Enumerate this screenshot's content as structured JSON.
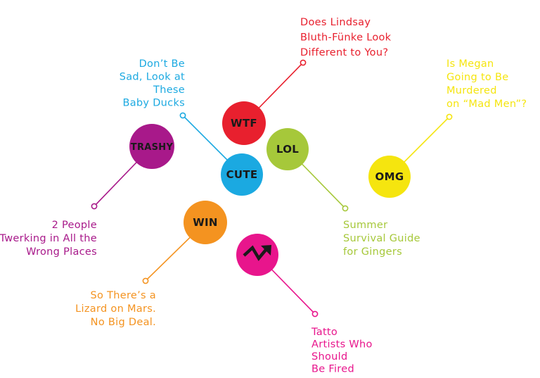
{
  "nodes": [
    {
      "key": "wtf",
      "label": "WTF",
      "color": "#e8202e",
      "story_lines": [
        "Does Lindsay",
        "Bluth-Fünke Look",
        "Different to You?"
      ]
    },
    {
      "key": "cute",
      "label": "CUTE",
      "color": "#1ba9e1",
      "story_lines": [
        "Don’t Be",
        "Sad, Look at",
        "These",
        "Baby Ducks"
      ]
    },
    {
      "key": "lol",
      "label": "LOL",
      "color": "#a6c83a",
      "story_lines": [
        "Summer",
        "Survival Guide",
        "for Gingers"
      ]
    },
    {
      "key": "omg",
      "label": "OMG",
      "color": "#f5e50f",
      "story_lines": [
        "Is Megan",
        "Going to Be",
        "Murdered",
        "on “Mad Men”?"
      ]
    },
    {
      "key": "trashy",
      "label": "TRASHY",
      "color": "#a8198a",
      "story_lines": [
        "2 People",
        "Twerking in All the",
        "Wrong Places"
      ]
    },
    {
      "key": "win",
      "label": "WIN",
      "color": "#f49320",
      "story_lines": [
        "So There’s a",
        "Lizard on Mars.",
        "No Big Deal."
      ]
    },
    {
      "key": "trending",
      "label": "",
      "icon": "trending-arrow-icon",
      "color": "#e8158c",
      "story_lines": [
        "Tatto",
        "Artists Who",
        "Should",
        "Be Fired"
      ]
    }
  ]
}
